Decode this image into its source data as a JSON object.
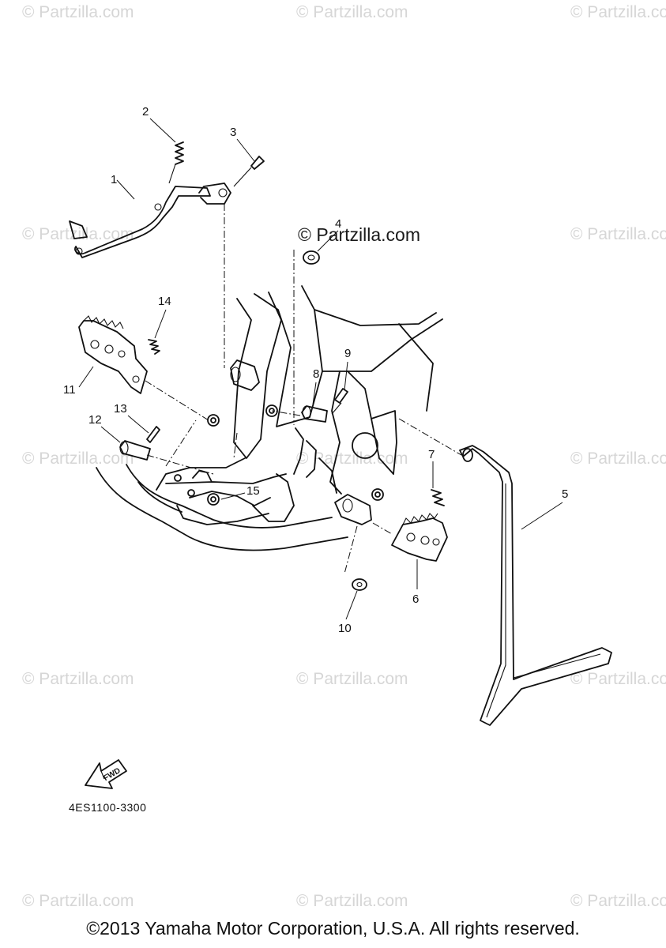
{
  "watermark": "© Partzilla.com",
  "watermark_featured": "© Partzilla.com",
  "callouts": [
    "1",
    "2",
    "3",
    "4",
    "5",
    "6",
    "7",
    "8",
    "9",
    "10",
    "11",
    "12",
    "13",
    "14",
    "15"
  ],
  "diagram_code": "4ES1100-3300",
  "fwd_label": "FWD",
  "copyright": "©2013 Yamaha Motor Corporation, U.S.A. All rights reserved."
}
